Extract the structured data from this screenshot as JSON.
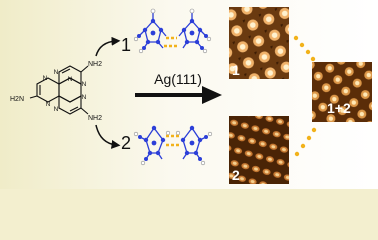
{
  "molecule": {
    "groups": {
      "top": "NH2",
      "left": "H2N",
      "bottom": "NH2"
    },
    "atom_n": "N"
  },
  "pathways": {
    "path1": "1",
    "path2": "2"
  },
  "reaction": {
    "substrate": "Ag(111)"
  },
  "stm_panels": {
    "panel1": "1",
    "panel2": "2",
    "panel_mixed": "1+2"
  },
  "colors": {
    "background_left": "#f0ecc8",
    "background_right": "#ffffff",
    "nitrogen": "#2c3fd8",
    "hbond": "#f2b21a",
    "stm_bright": "#e6a24a",
    "stm_dark": "#5a2e08"
  }
}
